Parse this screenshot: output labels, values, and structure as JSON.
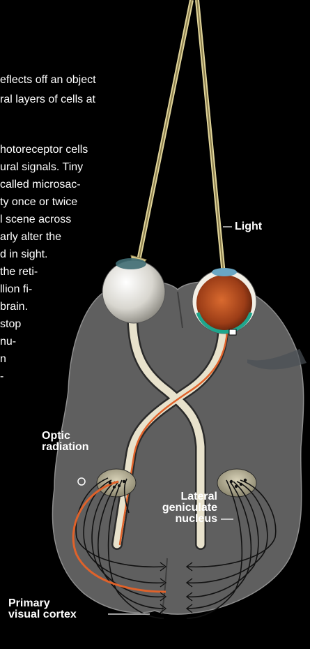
{
  "body_text": [
    "eflects off an object",
    "ral layers of cells at",
    "",
    "hotoreceptor cells",
    "ural signals. Tiny",
    "called microsac-",
    "ty once or twice",
    "l scene across",
    "arly alter the",
    "d in sight.",
    "the reti-",
    "llion fi-",
    "brain.",
    "stop",
    "nu-",
    "n",
    "-"
  ],
  "labels": {
    "light": "Light",
    "optic_radiation_1": "Optic",
    "optic_radiation_2": "radiation",
    "lgn_1": "Lateral",
    "lgn_2": "geniculate",
    "lgn_3": "nucleus",
    "v1_1": "Primary",
    "v1_2": "visual cortex"
  },
  "colors": {
    "background": "#000000",
    "brain": "#5f5f5f",
    "light_ray": "#d6c68a",
    "signal_path": "#e0622a",
    "nerve": "#e8e2cc",
    "retina": "#1fa58c"
  }
}
